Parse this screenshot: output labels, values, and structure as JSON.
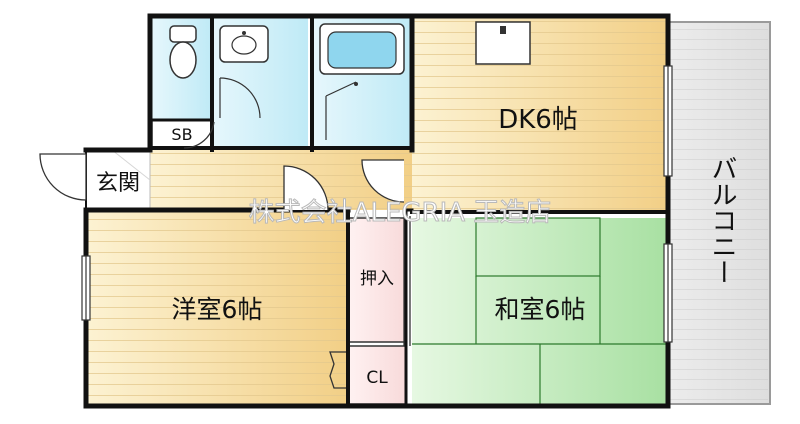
{
  "rooms": {
    "dk": "DK6帖",
    "western": "洋室6帖",
    "japanese": "和室6帖",
    "entrance": "玄関",
    "sb": "SB",
    "oshiire": "押入",
    "cl": "CL",
    "balcony": "バルコニー"
  },
  "watermark": "株式会社ALEGRIA 玉造店",
  "colors": {
    "wall": "#111111",
    "wood_light": "#fcf2d2",
    "wood_dark": "#f2cf86",
    "tatami_light": "#e6f8e2",
    "tatami_dark": "#a8e0a2",
    "wet_area": "#bfeaf6",
    "storage": "#f8dada",
    "balcony": "#dedede"
  }
}
